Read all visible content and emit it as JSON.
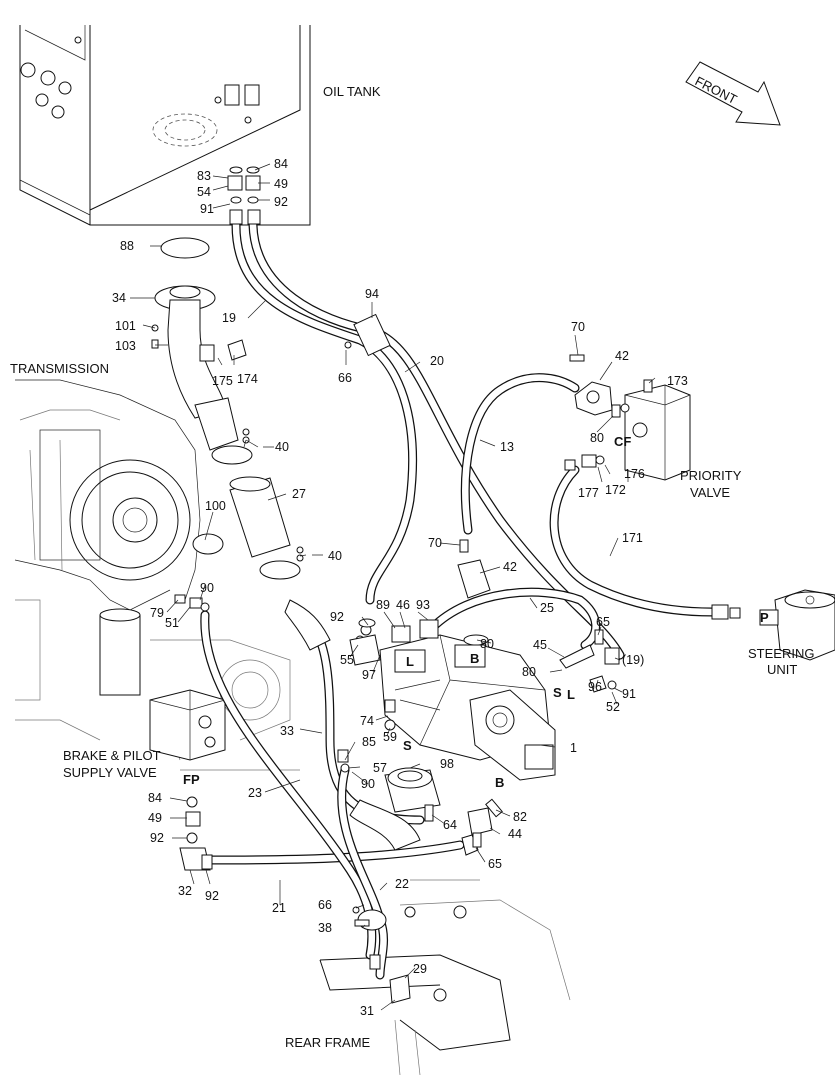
{
  "diagram": {
    "labels": {
      "oil_tank": "OIL TANK",
      "front": "FRONT",
      "transmission": "TRANSMISSION",
      "priority_valve_1": "PRIORITY",
      "priority_valve_2": "VALVE",
      "steering_unit_1": "STEERING",
      "steering_unit_2": "UNIT",
      "brake_valve_1": "BRAKE & PILOT",
      "brake_valve_2": "SUPPLY VALVE",
      "rear_frame": "REAR FRAME"
    },
    "ports": {
      "cf": "CF",
      "p": "P",
      "fp": "FP",
      "l1": "L",
      "b1": "B",
      "s1": "S",
      "l2": "L",
      "s2": "S",
      "b2": "B"
    },
    "callouts": {
      "c83": "83",
      "c84": "84",
      "c54": "54",
      "c49a": "49",
      "c91a": "91",
      "c92a": "92",
      "c88": "88",
      "c34": "34",
      "c101": "101",
      "c103": "103",
      "c175": "175",
      "c174": "174",
      "c19a": "19",
      "c94": "94",
      "c66a": "66",
      "c20": "20",
      "c70a": "70",
      "c42a": "42",
      "c173": "173",
      "c80a": "80",
      "c13": "13",
      "c176": "176",
      "c177": "177",
      "c172": "172",
      "c40a": "40",
      "c27": "27",
      "c100": "100",
      "c40b": "40",
      "c90a": "90",
      "c79": "79",
      "c51": "51",
      "c70b": "70",
      "c42b": "42",
      "c171": "171",
      "c92b": "92",
      "c89": "89",
      "c46": "46",
      "c93": "93",
      "c25": "25",
      "c65a": "65",
      "c80b": "80",
      "c45": "45",
      "c19b": "(19)",
      "c55": "55",
      "c97": "97",
      "c80c": "80",
      "c91b": "91",
      "c96": "96",
      "c52": "52",
      "c74": "74",
      "c59": "59",
      "c33": "33",
      "c85": "85",
      "c1": "1",
      "c57": "57",
      "c98": "98",
      "c90b": "90",
      "c23": "23",
      "c84b": "84",
      "c49b": "49",
      "c92c": "92",
      "c82": "82",
      "c64": "64",
      "c44": "44",
      "c65b": "65",
      "c32": "32",
      "c92d": "92",
      "c21": "21",
      "c22": "22",
      "c66b": "66",
      "c38": "38",
      "c29": "29",
      "c31": "31"
    }
  }
}
